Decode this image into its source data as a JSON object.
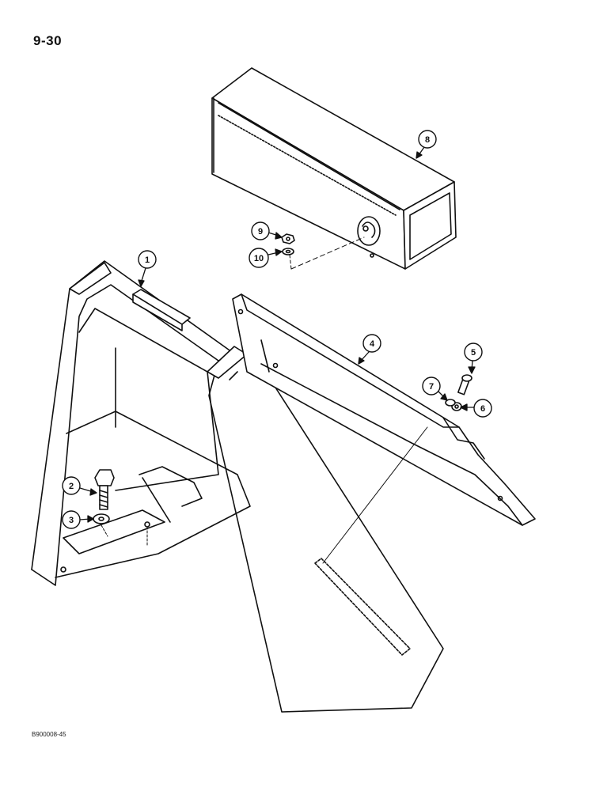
{
  "page_number": "9-30",
  "figure_code": "B900008-45",
  "callouts": [
    {
      "num": "1",
      "name": "callout-1"
    },
    {
      "num": "2",
      "name": "callout-2"
    },
    {
      "num": "3",
      "name": "callout-3"
    },
    {
      "num": "4",
      "name": "callout-4"
    },
    {
      "num": "5",
      "name": "callout-5"
    },
    {
      "num": "6",
      "name": "callout-6"
    },
    {
      "num": "7",
      "name": "callout-7"
    },
    {
      "num": "8",
      "name": "callout-8"
    },
    {
      "num": "9",
      "name": "callout-9"
    },
    {
      "num": "10",
      "name": "callout-10"
    }
  ],
  "colors": {
    "ink": "#111111",
    "paper": "#ffffff"
  }
}
